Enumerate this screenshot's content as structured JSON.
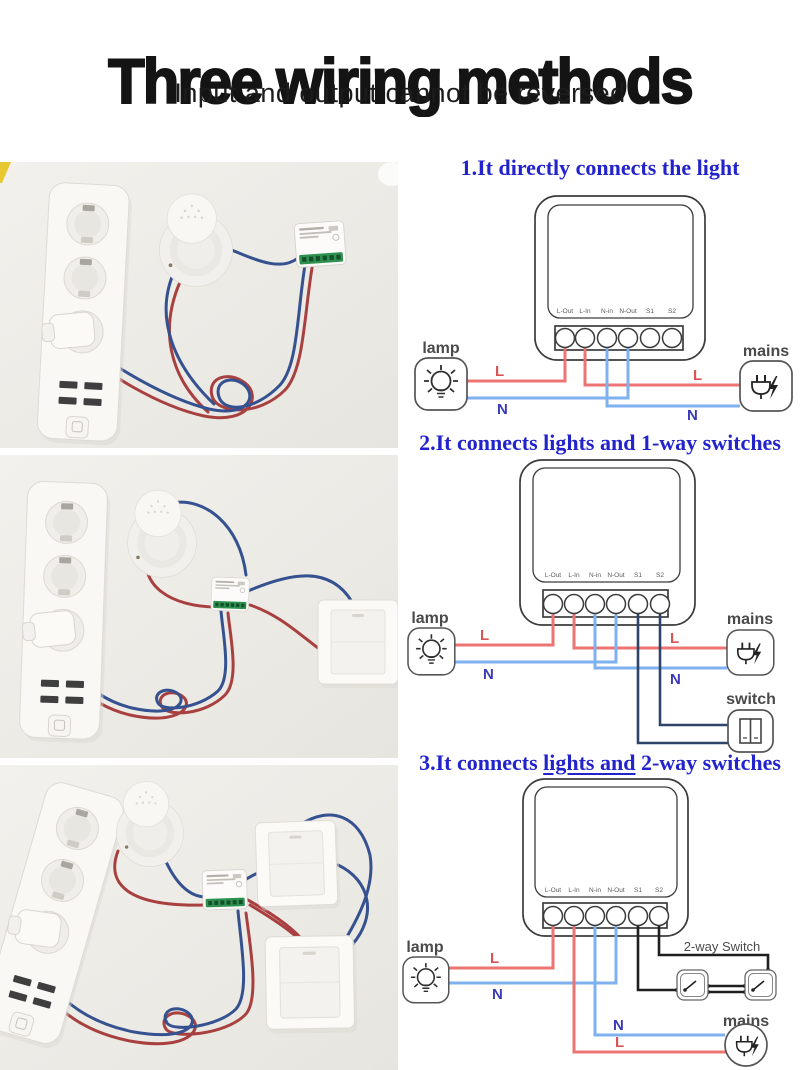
{
  "header": {
    "title": "Three wiring methods",
    "subtitle": "Input and output cannot be reversed"
  },
  "sections": [
    {
      "title": "1.It directly connects the light",
      "labels": {
        "lamp": "lamp",
        "mains": "mains"
      }
    },
    {
      "title": "2.It connects lights and 1-way switches",
      "labels": {
        "lamp": "lamp",
        "mains": "mains",
        "switch": "switch"
      }
    },
    {
      "title_parts": [
        "3.It connects ",
        "lights and",
        " 2-way switches"
      ],
      "labels": {
        "lamp": "lamp",
        "mains": "mains",
        "two_way_switch": "2-way Switch"
      }
    }
  ],
  "device": {
    "terminals": [
      "L-Out",
      "L-In",
      "N-in",
      "N-Out",
      "S1",
      "S2"
    ]
  },
  "wire_labels": {
    "live": "L",
    "neutral": "N"
  },
  "icons": {
    "lamp": "lamp-bulb-icon",
    "mains": "power-plug-icon",
    "switch": "rocker-switch-icon",
    "two_way_switch": "toggle-switch-icon"
  },
  "colors": {
    "section_title_blue": "#2323cd",
    "heading_black": "#141414",
    "wire_live": "#ee7373",
    "wire_neutral": "#7fb0ef",
    "wire_switch_navy": "#2e4468",
    "wire_switch_black": "#1f1f1f",
    "label_live": "#d85555",
    "label_neutral": "#3a3ab8",
    "device_outline": "#3c3c3c",
    "module_terminal_green": "#2f9150"
  }
}
